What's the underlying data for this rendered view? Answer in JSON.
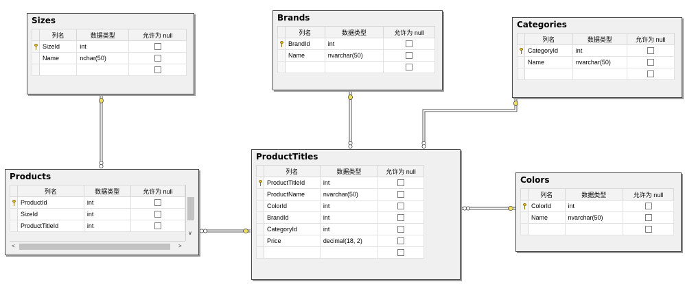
{
  "headers": {
    "column": "列名",
    "datatype": "数据类型",
    "nullable": "允许为 null"
  },
  "tables": {
    "sizes": {
      "title": "Sizes",
      "rows": [
        {
          "pk": true,
          "name": "SizeId",
          "type": "int"
        },
        {
          "pk": false,
          "name": "Name",
          "type": "nchar(50)"
        }
      ]
    },
    "brands": {
      "title": "Brands",
      "rows": [
        {
          "pk": true,
          "name": "BrandId",
          "type": "int"
        },
        {
          "pk": false,
          "name": "Name",
          "type": "nvarchar(50)"
        }
      ]
    },
    "categories": {
      "title": "Categories",
      "rows": [
        {
          "pk": true,
          "name": "CategoryId",
          "type": "int"
        },
        {
          "pk": false,
          "name": "Name",
          "type": "nvarchar(50)"
        }
      ]
    },
    "products": {
      "title": "Products",
      "rows": [
        {
          "pk": true,
          "name": "ProductId",
          "type": "int"
        },
        {
          "pk": false,
          "name": "SizeId",
          "type": "int"
        },
        {
          "pk": false,
          "name": "ProductTitleId",
          "type": "int"
        }
      ]
    },
    "producttitles": {
      "title": "ProductTitles",
      "rows": [
        {
          "pk": true,
          "name": "ProductTitleId",
          "type": "int"
        },
        {
          "pk": false,
          "name": "ProductName",
          "type": "nvarchar(50)"
        },
        {
          "pk": false,
          "name": "ColorId",
          "type": "int"
        },
        {
          "pk": false,
          "name": "BrandId",
          "type": "int"
        },
        {
          "pk": false,
          "name": "CategoryId",
          "type": "int"
        },
        {
          "pk": false,
          "name": "Price",
          "type": "decimal(18, 2)"
        }
      ]
    },
    "colors": {
      "title": "Colors",
      "rows": [
        {
          "pk": true,
          "name": "ColorId",
          "type": "int"
        },
        {
          "pk": false,
          "name": "Name",
          "type": "nvarchar(50)"
        }
      ]
    }
  },
  "relationships": [
    {
      "from": "sizes",
      "to": "products"
    },
    {
      "from": "brands",
      "to": "producttitles"
    },
    {
      "from": "categories",
      "to": "producttitles"
    },
    {
      "from": "producttitles",
      "to": "products"
    },
    {
      "from": "colors",
      "to": "producttitles"
    }
  ]
}
